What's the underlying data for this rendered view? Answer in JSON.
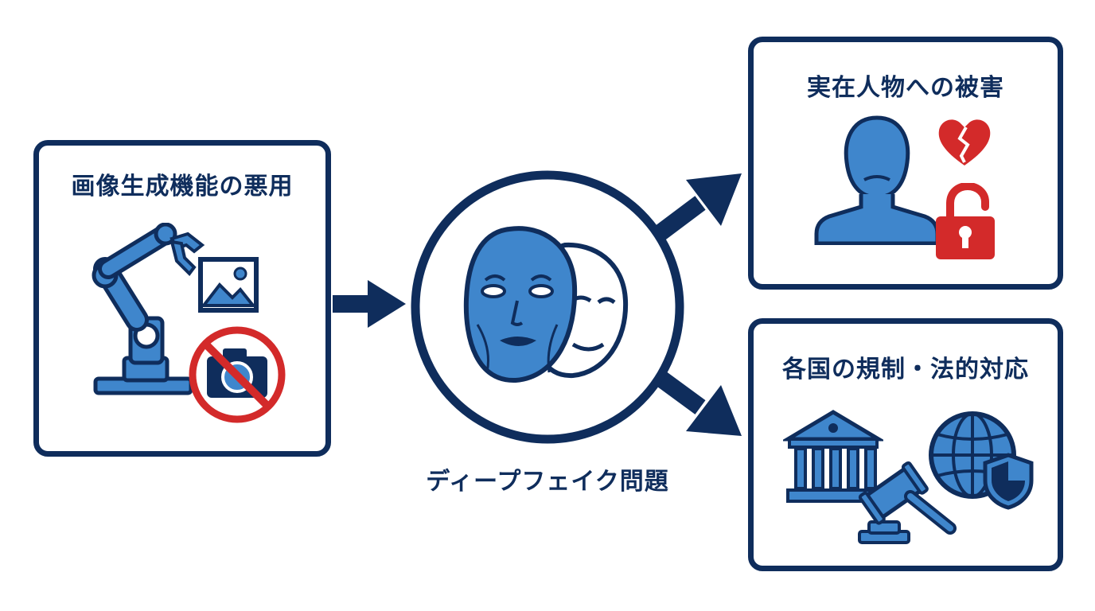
{
  "left_card": {
    "title": "画像生成機能の悪用"
  },
  "center": {
    "label": "ディープフェイク問題"
  },
  "top_right_card": {
    "title": "実在人物への被害"
  },
  "bottom_right_card": {
    "title": "各国の規制・法的対応"
  },
  "colors": {
    "navy": "#0f2d5c",
    "blue": "#3f86cc",
    "red": "#d32a2a",
    "white": "#ffffff"
  },
  "icons": [
    "robot-arm-icon",
    "image-icon",
    "no-camera-icon",
    "deepfake-mask-icon",
    "person-icon",
    "broken-heart-icon",
    "unlocked-padlock-icon",
    "courthouse-icon",
    "gavel-icon",
    "globe-icon",
    "shield-icon"
  ]
}
